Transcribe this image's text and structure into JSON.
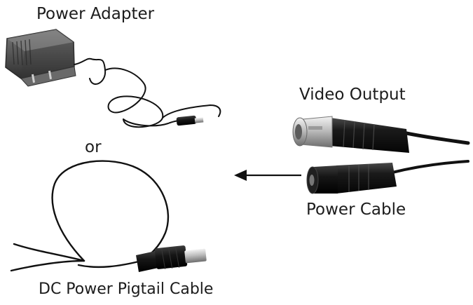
{
  "labels": {
    "power_adapter": "Power Adapter",
    "or": "or",
    "video_output": "Video Output",
    "power_cable": "Power Cable",
    "dc_pigtail": "DC Power Pigtail Cable"
  },
  "colors": {
    "background": "#ffffff",
    "text": "#1c1c1c",
    "cable": "#111111",
    "adapter_body": "#555555",
    "connector_metal": "#c0c0c0"
  },
  "icons": {
    "arrow": "left-arrow-icon"
  }
}
